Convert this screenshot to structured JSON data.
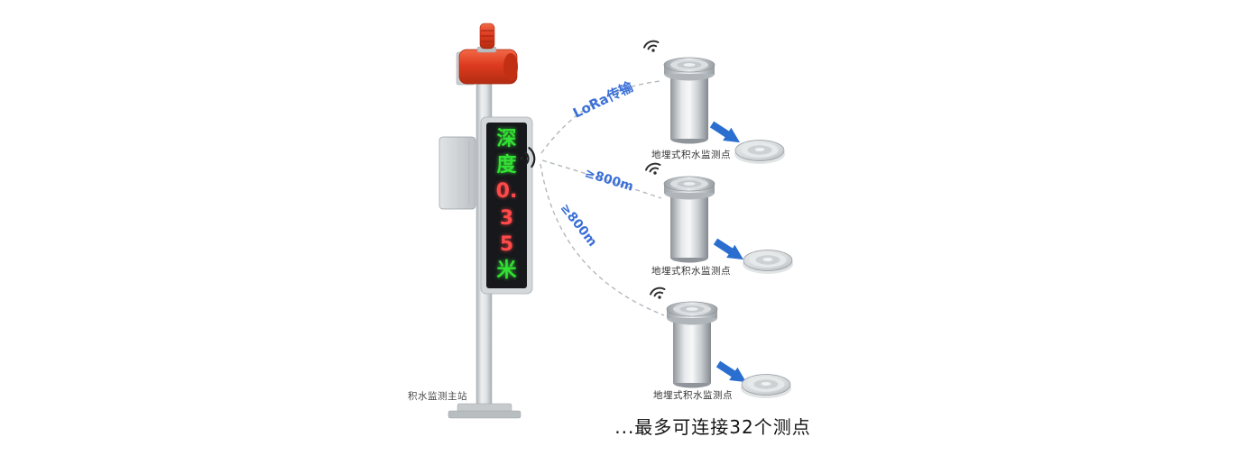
{
  "station": {
    "label": "积水监测主站",
    "display": {
      "segments": [
        {
          "text": "深",
          "color": "green"
        },
        {
          "text": "度",
          "color": "green"
        },
        {
          "text": "0.",
          "color": "red"
        },
        {
          "text": "3",
          "color": "red"
        },
        {
          "text": "5",
          "color": "red"
        },
        {
          "text": "米",
          "color": "green"
        }
      ]
    }
  },
  "links": [
    {
      "label": "LoRa传输"
    },
    {
      "label": "≥800m"
    },
    {
      "label": "≥800m"
    }
  ],
  "sensors": [
    {
      "label": "地埋式积水监测点"
    },
    {
      "label": "地埋式积水监测点"
    },
    {
      "label": "地埋式积水监测点"
    }
  ],
  "footer": {
    "text": "...最多可连接32个测点"
  },
  "colors": {
    "alarm_red": "#dd3b20",
    "led_green": "#33e133",
    "led_red": "#ff4a4a",
    "link_label_blue": "#3a6fd8",
    "arrow_blue": "#2a6fd0",
    "dashed_line_gray": "#b4b8bc",
    "steel_gray": "#d0d4d7"
  }
}
